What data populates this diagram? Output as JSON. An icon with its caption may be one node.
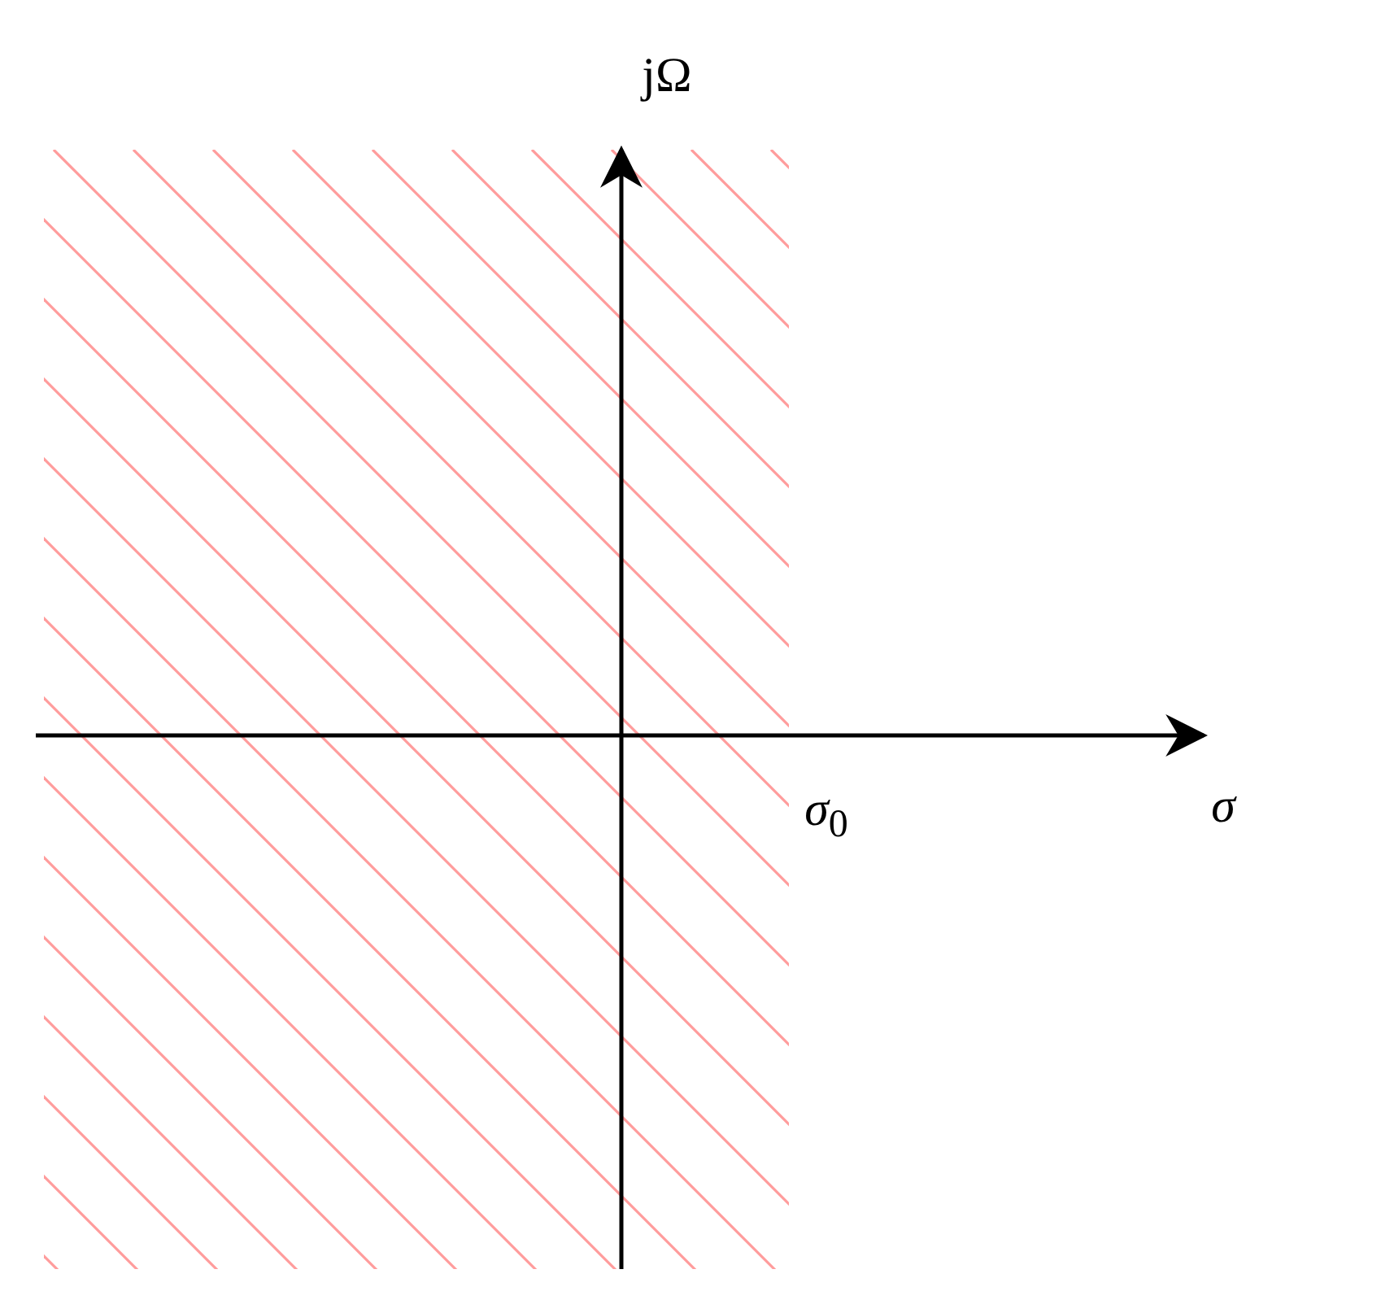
{
  "diagram": {
    "labels": [
      "jΩ",
      "σ",
      "σ$_{0}$"
    ]
  }
}
